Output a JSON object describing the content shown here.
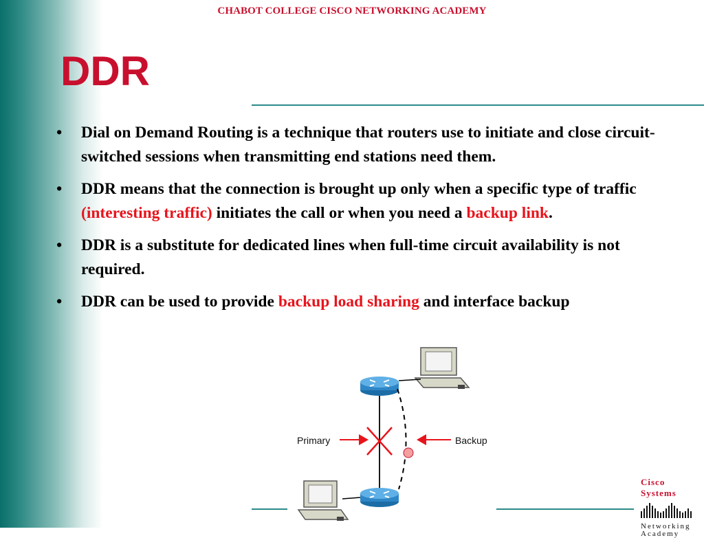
{
  "header": {
    "text": "CHABOT COLLEGE CISCO NETWORKING ACADEMY"
  },
  "title": "DDR",
  "bullets": [
    {
      "marker": "•",
      "parts": [
        {
          "text": "Dial on Demand Routing is a technique that routers use to initiate and close circuit-switched sessions when transmitting end stations need them.",
          "highlight": false
        }
      ]
    },
    {
      "marker": "•",
      "parts": [
        {
          "text": "DDR means that the connection is brought up only when a specific type of traffic ",
          "highlight": false
        },
        {
          "text": "(interesting traffic)",
          "highlight": true
        },
        {
          "text": " initiates the call or when you need a ",
          "highlight": false
        },
        {
          "text": "backup link",
          "highlight": true
        },
        {
          "text": ".",
          "highlight": false
        }
      ]
    },
    {
      "marker": "•",
      "parts": [
        {
          "text": "DDR is a substitute for dedicated lines when full-time circuit availability is not required.",
          "highlight": false
        }
      ]
    },
    {
      "marker": "•",
      "parts": [
        {
          "text": "DDR can be used to provide ",
          "highlight": false
        },
        {
          "text": "backup load sharing",
          "highlight": true
        },
        {
          "text": " and interface backup",
          "highlight": false
        }
      ]
    }
  ],
  "diagram": {
    "primary_label": "Primary",
    "backup_label": "Backup",
    "icons": [
      "router-icon",
      "computer-icon",
      "failed-link-x-icon",
      "dial-backup-link-icon"
    ]
  },
  "logo": {
    "brand": "Cisco Systems",
    "line1": "Networking",
    "line2": "Academy"
  },
  "colors": {
    "accent_red": "#c8102e",
    "highlight_red": "#e8141c",
    "teal": "#0a6f6a",
    "router_blue": "#2f86c6"
  }
}
